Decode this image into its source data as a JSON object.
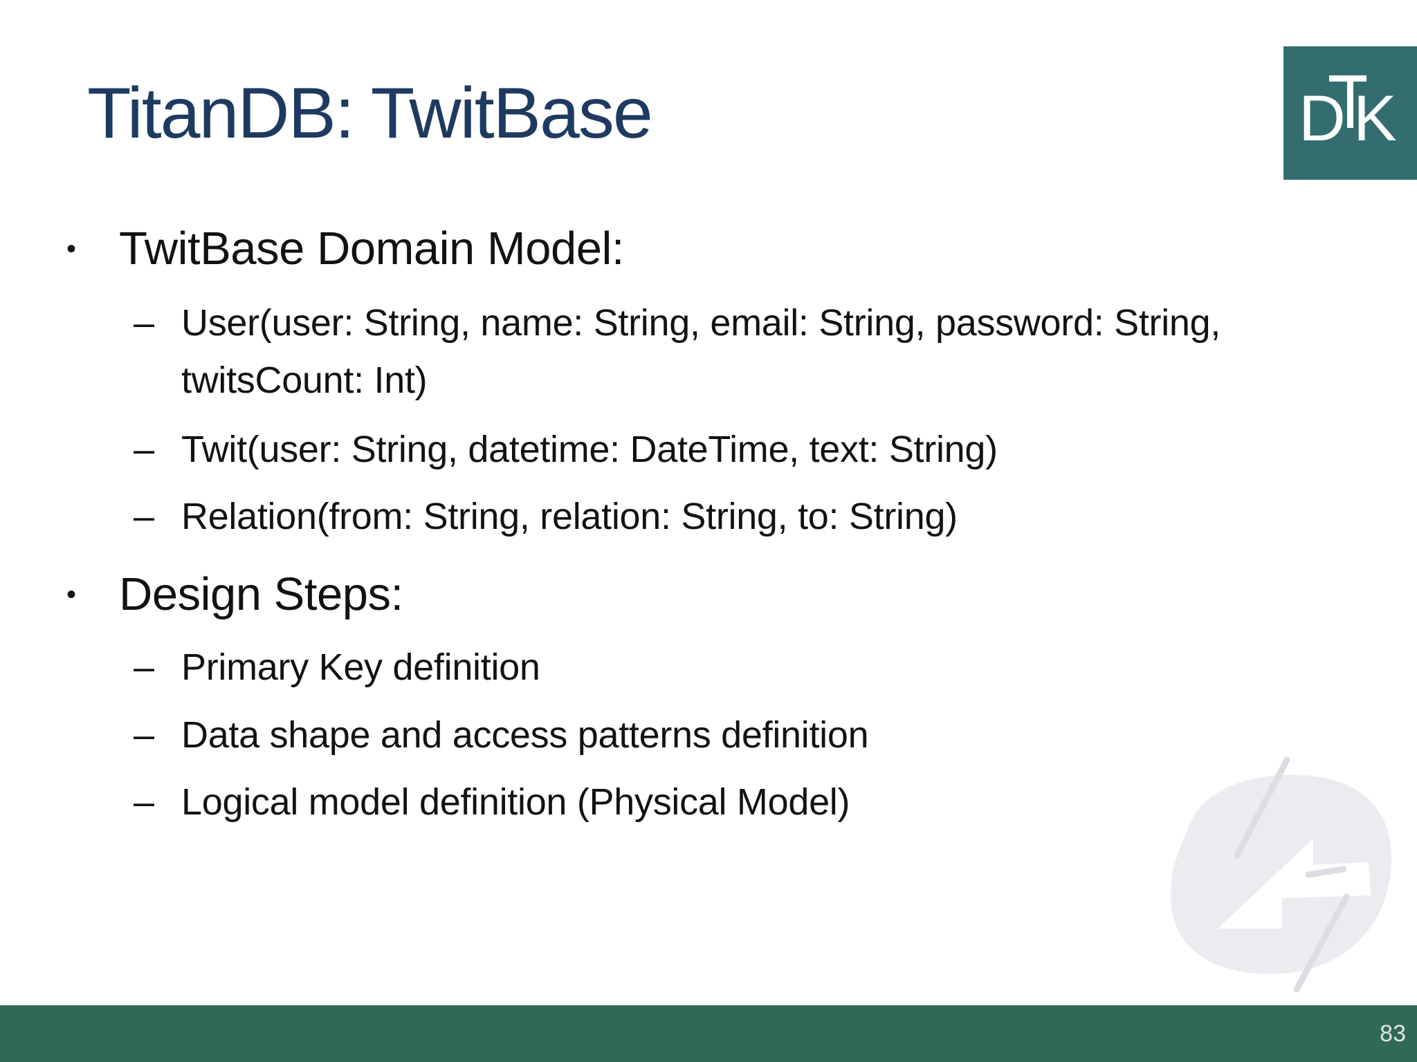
{
  "slide": {
    "title": "TitanDB: TwitBase",
    "page_number": "83"
  },
  "markers": {
    "level1": "•",
    "level2": "–"
  },
  "content": {
    "sections": [
      {
        "heading": "TwitBase Domain Model:",
        "items": [
          "User(user: String, name: String, email: String, password: String, twitsCount: Int)",
          "Twit(user: String, datetime: DateTime, text: String)",
          "Relation(from: String, relation: String, to: String)"
        ]
      },
      {
        "heading": "Design Steps:",
        "items": [
          "Primary Key definition",
          "Data shape and access patterns definition",
          "Logical model definition (Physical Model)"
        ]
      }
    ]
  },
  "logo": {
    "letters": "DTK",
    "d": "D",
    "k": "K"
  },
  "colors": {
    "navy": "#1f3a60",
    "green": "#2f6957",
    "teal": "#336d70",
    "text": "#121212",
    "pagenum": "#e3e3e3",
    "watermark": "#ececf0"
  }
}
